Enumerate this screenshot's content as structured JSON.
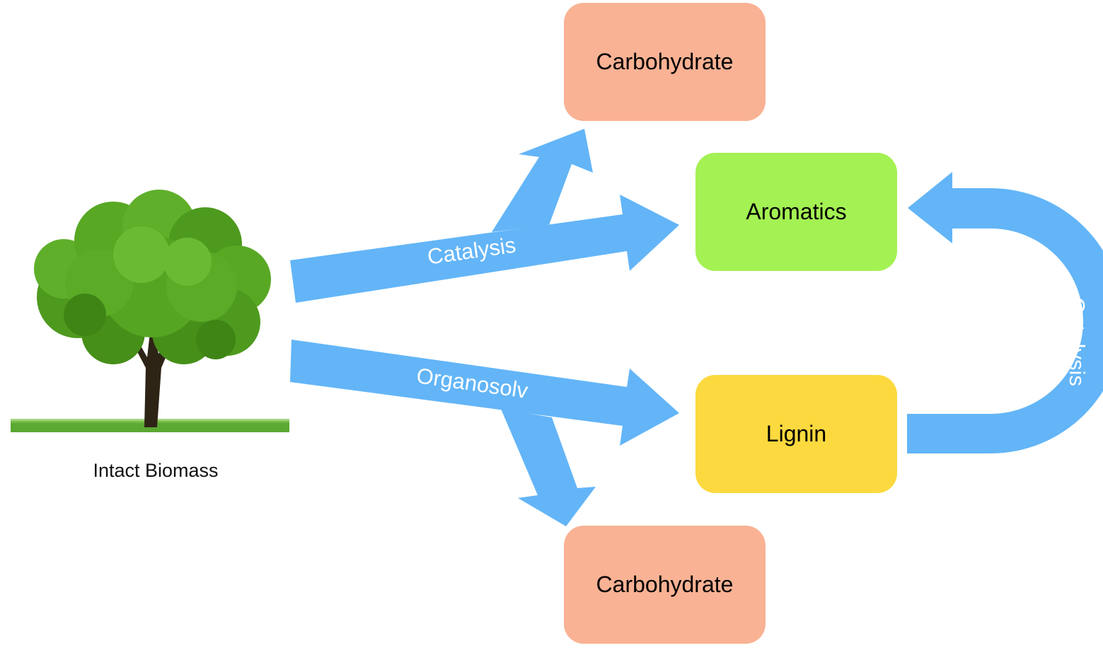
{
  "diagram": {
    "source": {
      "label": "Intact Biomass",
      "icon": "tree-icon"
    },
    "nodes": {
      "carbohydrate_top": {
        "label": "Carbohydrate",
        "color": "#F9B294"
      },
      "aromatics": {
        "label": "Aromatics",
        "color": "#A4F153"
      },
      "lignin": {
        "label": "Lignin",
        "color": "#FCD93E"
      },
      "carbohydrate_bottom": {
        "label": "Carbohydrate",
        "color": "#F9B294"
      }
    },
    "edges": {
      "catalysis_main": {
        "label": "Catalysis",
        "from": "Intact Biomass",
        "to": [
          "Aromatics",
          "Carbohydrate"
        ]
      },
      "organosolv": {
        "label": "Organosolv",
        "from": "Intact Biomass",
        "to": [
          "Lignin",
          "Carbohydrate"
        ]
      },
      "catalysis_loop": {
        "label": "Catalysis",
        "from": "Lignin",
        "to": "Aromatics"
      }
    },
    "colors": {
      "arrow": "#63B5F7",
      "arrow_text": "#ffffff",
      "tree_foliage": "#4E9A1E",
      "tree_trunk": "#2E2416",
      "grass": "#5BA832"
    }
  }
}
